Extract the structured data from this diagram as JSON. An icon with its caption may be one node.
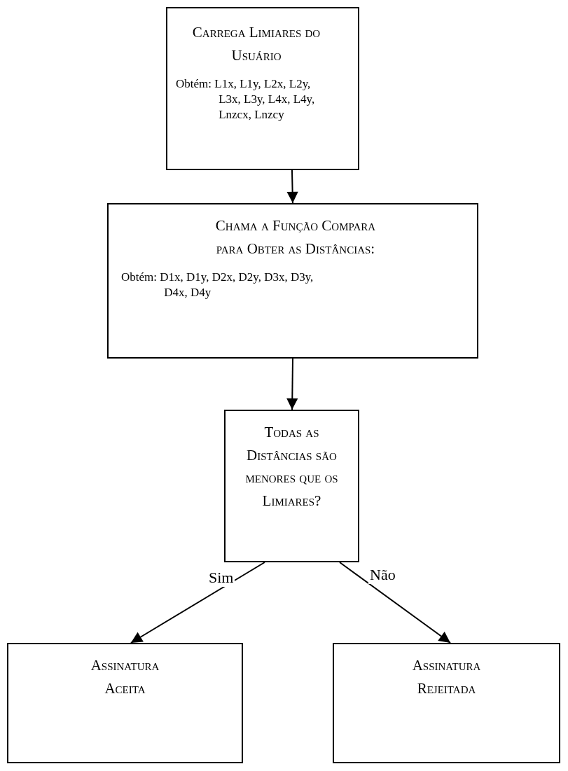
{
  "diagram": {
    "nodes": [
      {
        "text": [
          "Carrega Limiares do Usuário",
          "Obtém: L1x, L1y, L2x, L2y, L3x, L3y, L4x, L4y, Lnzcx, Lnzcy"
        ]
      },
      {
        "text": [
          "Chama a Função Compara para Obter as Distâncias:",
          "Obtém: D1x, D1y, D2x, D2y, D3x, D3y, D4x, D4y"
        ]
      },
      {
        "text": [
          "Todas as Distâncias são menores que os Limiares?"
        ]
      },
      {
        "text": [
          "Assinatura Aceita"
        ]
      },
      {
        "text": [
          "Assinatura Rejeitada"
        ]
      }
    ],
    "edges": [
      {
        "from": 0,
        "to": 1,
        "arrow": "to"
      },
      {
        "from": 1,
        "to": 2,
        "arrow": "to"
      },
      {
        "from": 2,
        "to": 3,
        "arrow": "to",
        "label": "Sim"
      },
      {
        "from": 2,
        "to": 4,
        "arrow": "to",
        "label": "Não"
      }
    ]
  }
}
